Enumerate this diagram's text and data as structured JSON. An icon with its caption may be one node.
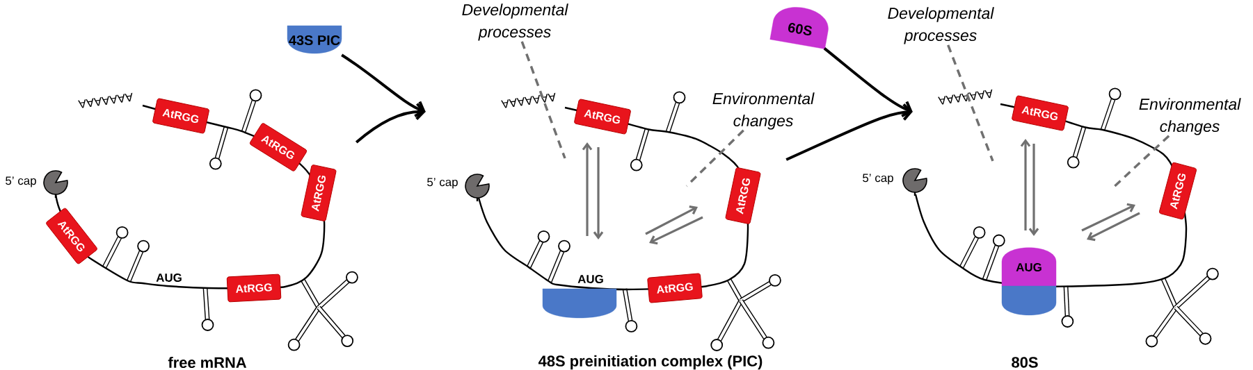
{
  "diagram": {
    "nodes": [
      {
        "text": [
          "43S PIC"
        ]
      },
      {
        "text": [
          "60S"
        ]
      },
      {
        "text": [],
        "shape": "picture",
        "beside": [
          "free mRNA"
        ]
      },
      {
        "text": [],
        "shape": "picture",
        "beside": [
          "48S preinitiation complex (PIC)"
        ]
      },
      {
        "text": [],
        "shape": "picture",
        "beside": [
          "80S"
        ]
      },
      {
        "text": [
          "Developmental processes"
        ]
      },
      {
        "text": [
          "Environmental changes"
        ]
      },
      {
        "text": [
          "Developmental processes"
        ]
      },
      {
        "text": [
          "Environmental changes"
        ]
      },
      {
        "text": [
          "AtRGG"
        ],
        "in": 2
      },
      {
        "text": [
          "AtRGG"
        ],
        "in": 2
      },
      {
        "text": [
          "AtRGG"
        ],
        "in": 2
      },
      {
        "text": [
          "AtRGG"
        ],
        "in": 2
      },
      {
        "text": [
          "AtRGG"
        ],
        "in": 2
      },
      {
        "text": [
          "AtRGG"
        ],
        "in": 3
      },
      {
        "text": [
          "AtRGG"
        ],
        "in": 3
      },
      {
        "text": [
          "AtRGG"
        ],
        "in": 3
      },
      {
        "text": [
          "AtRGG"
        ],
        "in": 4
      },
      {
        "text": [
          "AtRGG"
        ],
        "in": 4
      },
      {
        "text": [],
        "shape": "cylinder",
        "in": 3
      },
      {
        "text": [
          "AUG"
        ],
        "in": 4
      },
      {
        "text": [],
        "shape": "cylinder",
        "in": 4
      }
    ],
    "edges": [
      {
        "from": 0,
        "to": 3,
        "arrow": "to"
      },
      {
        "from": 2,
        "to": 3,
        "arrow": "to"
      },
      {
        "from": 1,
        "to": 4,
        "arrow": "to"
      },
      {
        "from": 3,
        "to": 4,
        "arrow": "to"
      },
      {
        "from": 5,
        "to": null,
        "arrow": "none",
        "style": "dashed",
        "color": "#707070"
      },
      {
        "from": 6,
        "to": null,
        "arrow": "none",
        "style": "dashed",
        "color": "#707070"
      },
      {
        "from": 7,
        "to": null,
        "arrow": "none",
        "style": "dashed",
        "color": "#707070"
      },
      {
        "from": 8,
        "to": null,
        "arrow": "none",
        "style": "dashed",
        "color": "#707070"
      }
    ],
    "labels": [
      "AAAAAAA",
      "5’ cap",
      "AUG",
      "AAAAAAA",
      "5’ cap",
      "AUG",
      "AAAAAAA",
      "5’ cap"
    ]
  }
}
